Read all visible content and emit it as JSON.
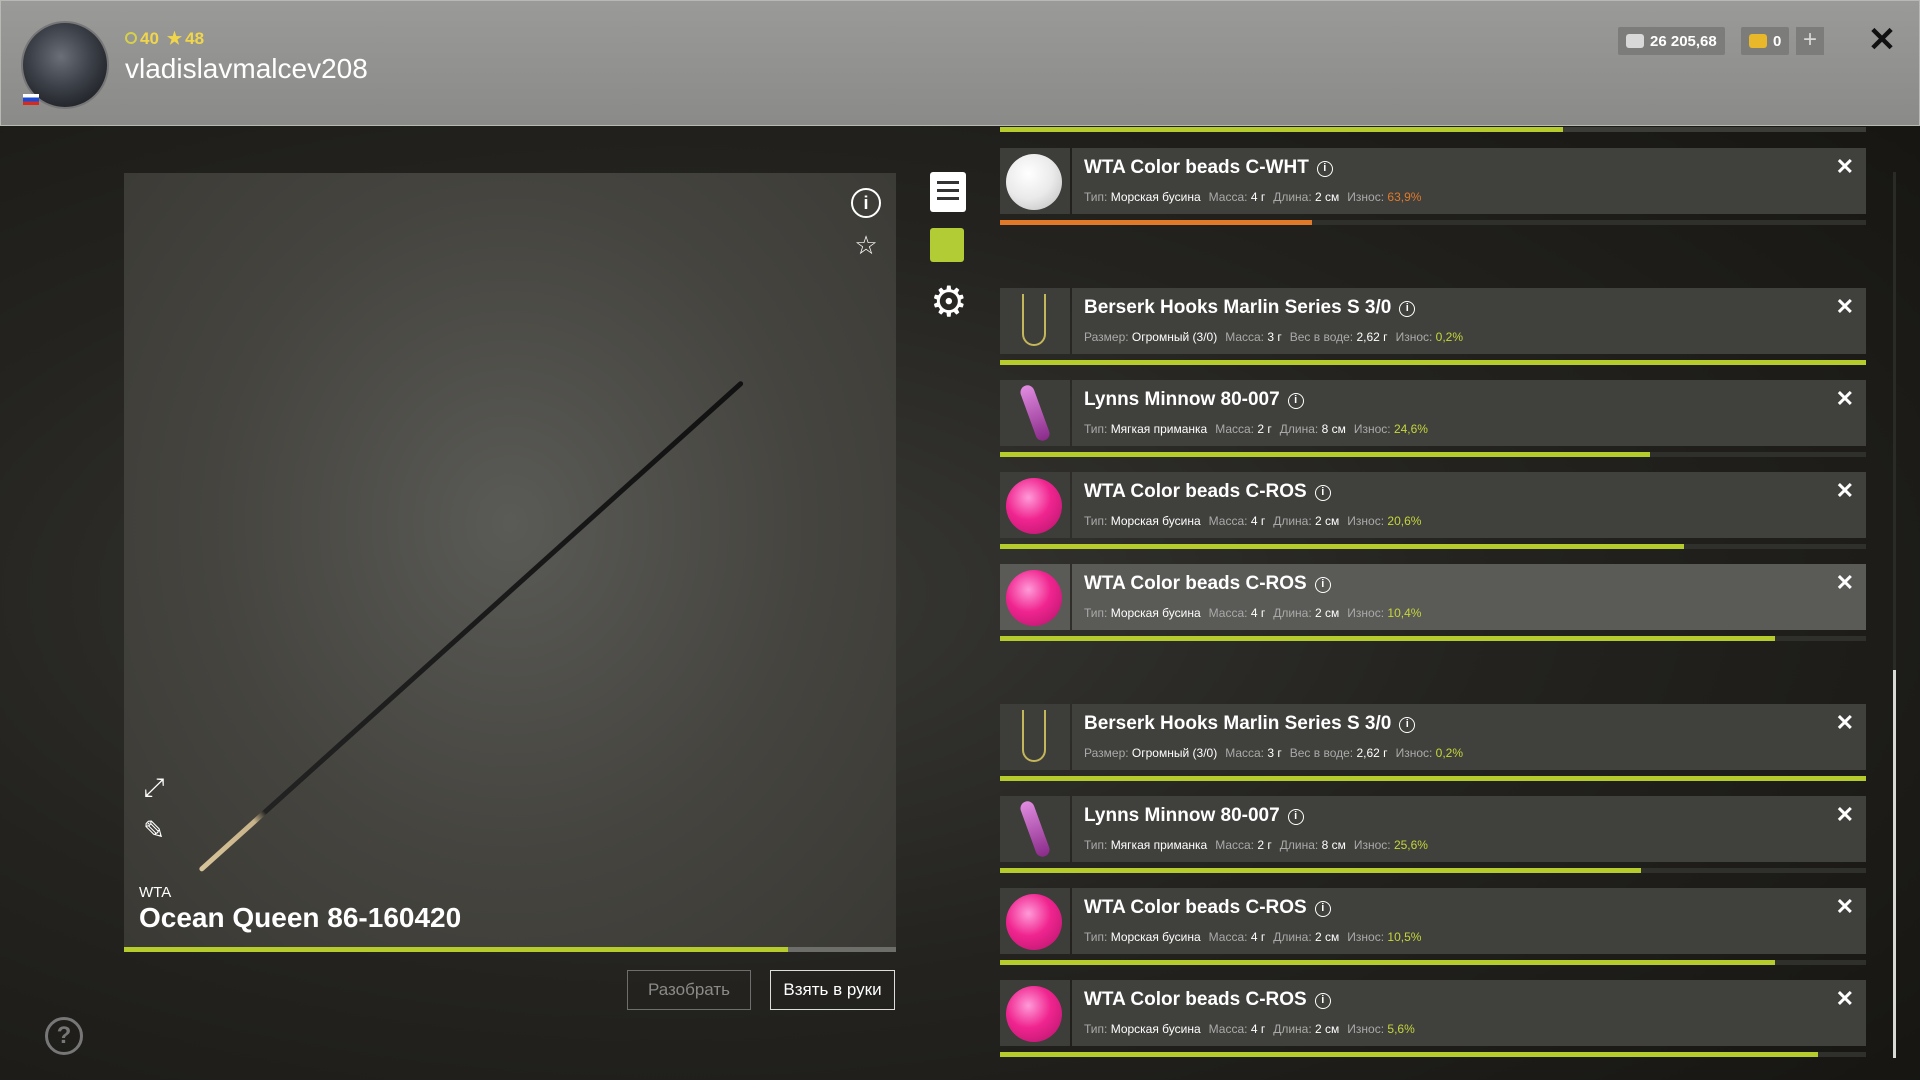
{
  "header": {
    "level": "40",
    "rating": "48",
    "username": "vladislavmalcev208",
    "silver": "26 205,68",
    "gold": "0"
  },
  "rod": {
    "brand": "WTA",
    "name": "Ocean Queen 86-160420",
    "wear_fraction": 0.86,
    "disassemble_label": "Разобрать",
    "take_label": "Взять в руки"
  },
  "items": [
    {
      "name": "WTA Color beads C-WHT",
      "type_label": "Тип:",
      "type": "Морская бусина",
      "mass_label": "Масса:",
      "mass": "4 г",
      "length_label": "Длина:",
      "length": "2 см",
      "wear_label": "Износ:",
      "wear": "63,9%",
      "icon": "white-bead",
      "bar": 0.36,
      "warn": true
    },
    {
      "name": "Berserk Hooks Marlin Series S 3/0",
      "type_label": "Размер:",
      "type": "Огромный (3/0)",
      "mass_label": "Масса:",
      "mass": "3 г",
      "length_label": "Вес в воде:",
      "length": "2,62 г",
      "wear_label": "Износ:",
      "wear": "0,2%",
      "icon": "hook",
      "bar": 1.0,
      "warn": false
    },
    {
      "name": "Lynns Minnow 80-007",
      "type_label": "Тип:",
      "type": "Мягкая приманка",
      "mass_label": "Масса:",
      "mass": "2 г",
      "length_label": "Длина:",
      "length": "8 см",
      "wear_label": "Износ:",
      "wear": "24,6%",
      "icon": "soft-lure",
      "bar": 0.75,
      "warn": false
    },
    {
      "name": "WTA Color beads C-ROS",
      "type_label": "Тип:",
      "type": "Морская бусина",
      "mass_label": "Масса:",
      "mass": "4 г",
      "length_label": "Длина:",
      "length": "2 см",
      "wear_label": "Износ:",
      "wear": "20,6%",
      "icon": "pink-bead",
      "bar": 0.79,
      "warn": false
    },
    {
      "name": "WTA Color beads C-ROS",
      "type_label": "Тип:",
      "type": "Морская бусина",
      "mass_label": "Масса:",
      "mass": "4 г",
      "length_label": "Длина:",
      "length": "2 см",
      "wear_label": "Износ:",
      "wear": "10,4%",
      "icon": "pink-bead",
      "bar": 0.895,
      "warn": false
    },
    {
      "name": "Berserk Hooks Marlin Series S 3/0",
      "type_label": "Размер:",
      "type": "Огромный (3/0)",
      "mass_label": "Масса:",
      "mass": "3 г",
      "length_label": "Вес в воде:",
      "length": "2,62 г",
      "wear_label": "Износ:",
      "wear": "0,2%",
      "icon": "hook",
      "bar": 1.0,
      "warn": false
    },
    {
      "name": "Lynns Minnow 80-007",
      "type_label": "Тип:",
      "type": "Мягкая приманка",
      "mass_label": "Масса:",
      "mass": "2 г",
      "length_label": "Длина:",
      "length": "8 см",
      "wear_label": "Износ:",
      "wear": "25,6%",
      "icon": "soft-lure",
      "bar": 0.74,
      "warn": false
    },
    {
      "name": "WTA Color beads C-ROS",
      "type_label": "Тип:",
      "type": "Морская бусина",
      "mass_label": "Масса:",
      "mass": "4 г",
      "length_label": "Длина:",
      "length": "2 см",
      "wear_label": "Износ:",
      "wear": "10,5%",
      "icon": "pink-bead",
      "bar": 0.895,
      "warn": false
    },
    {
      "name": "WTA Color beads C-ROS",
      "type_label": "Тип:",
      "type": "Морская бусина",
      "mass_label": "Масса:",
      "mass": "4 г",
      "length_label": "Длина:",
      "length": "2 см",
      "wear_label": "Износ:",
      "wear": "5,6%",
      "icon": "pink-bead",
      "bar": 0.944,
      "warn": false
    }
  ]
}
